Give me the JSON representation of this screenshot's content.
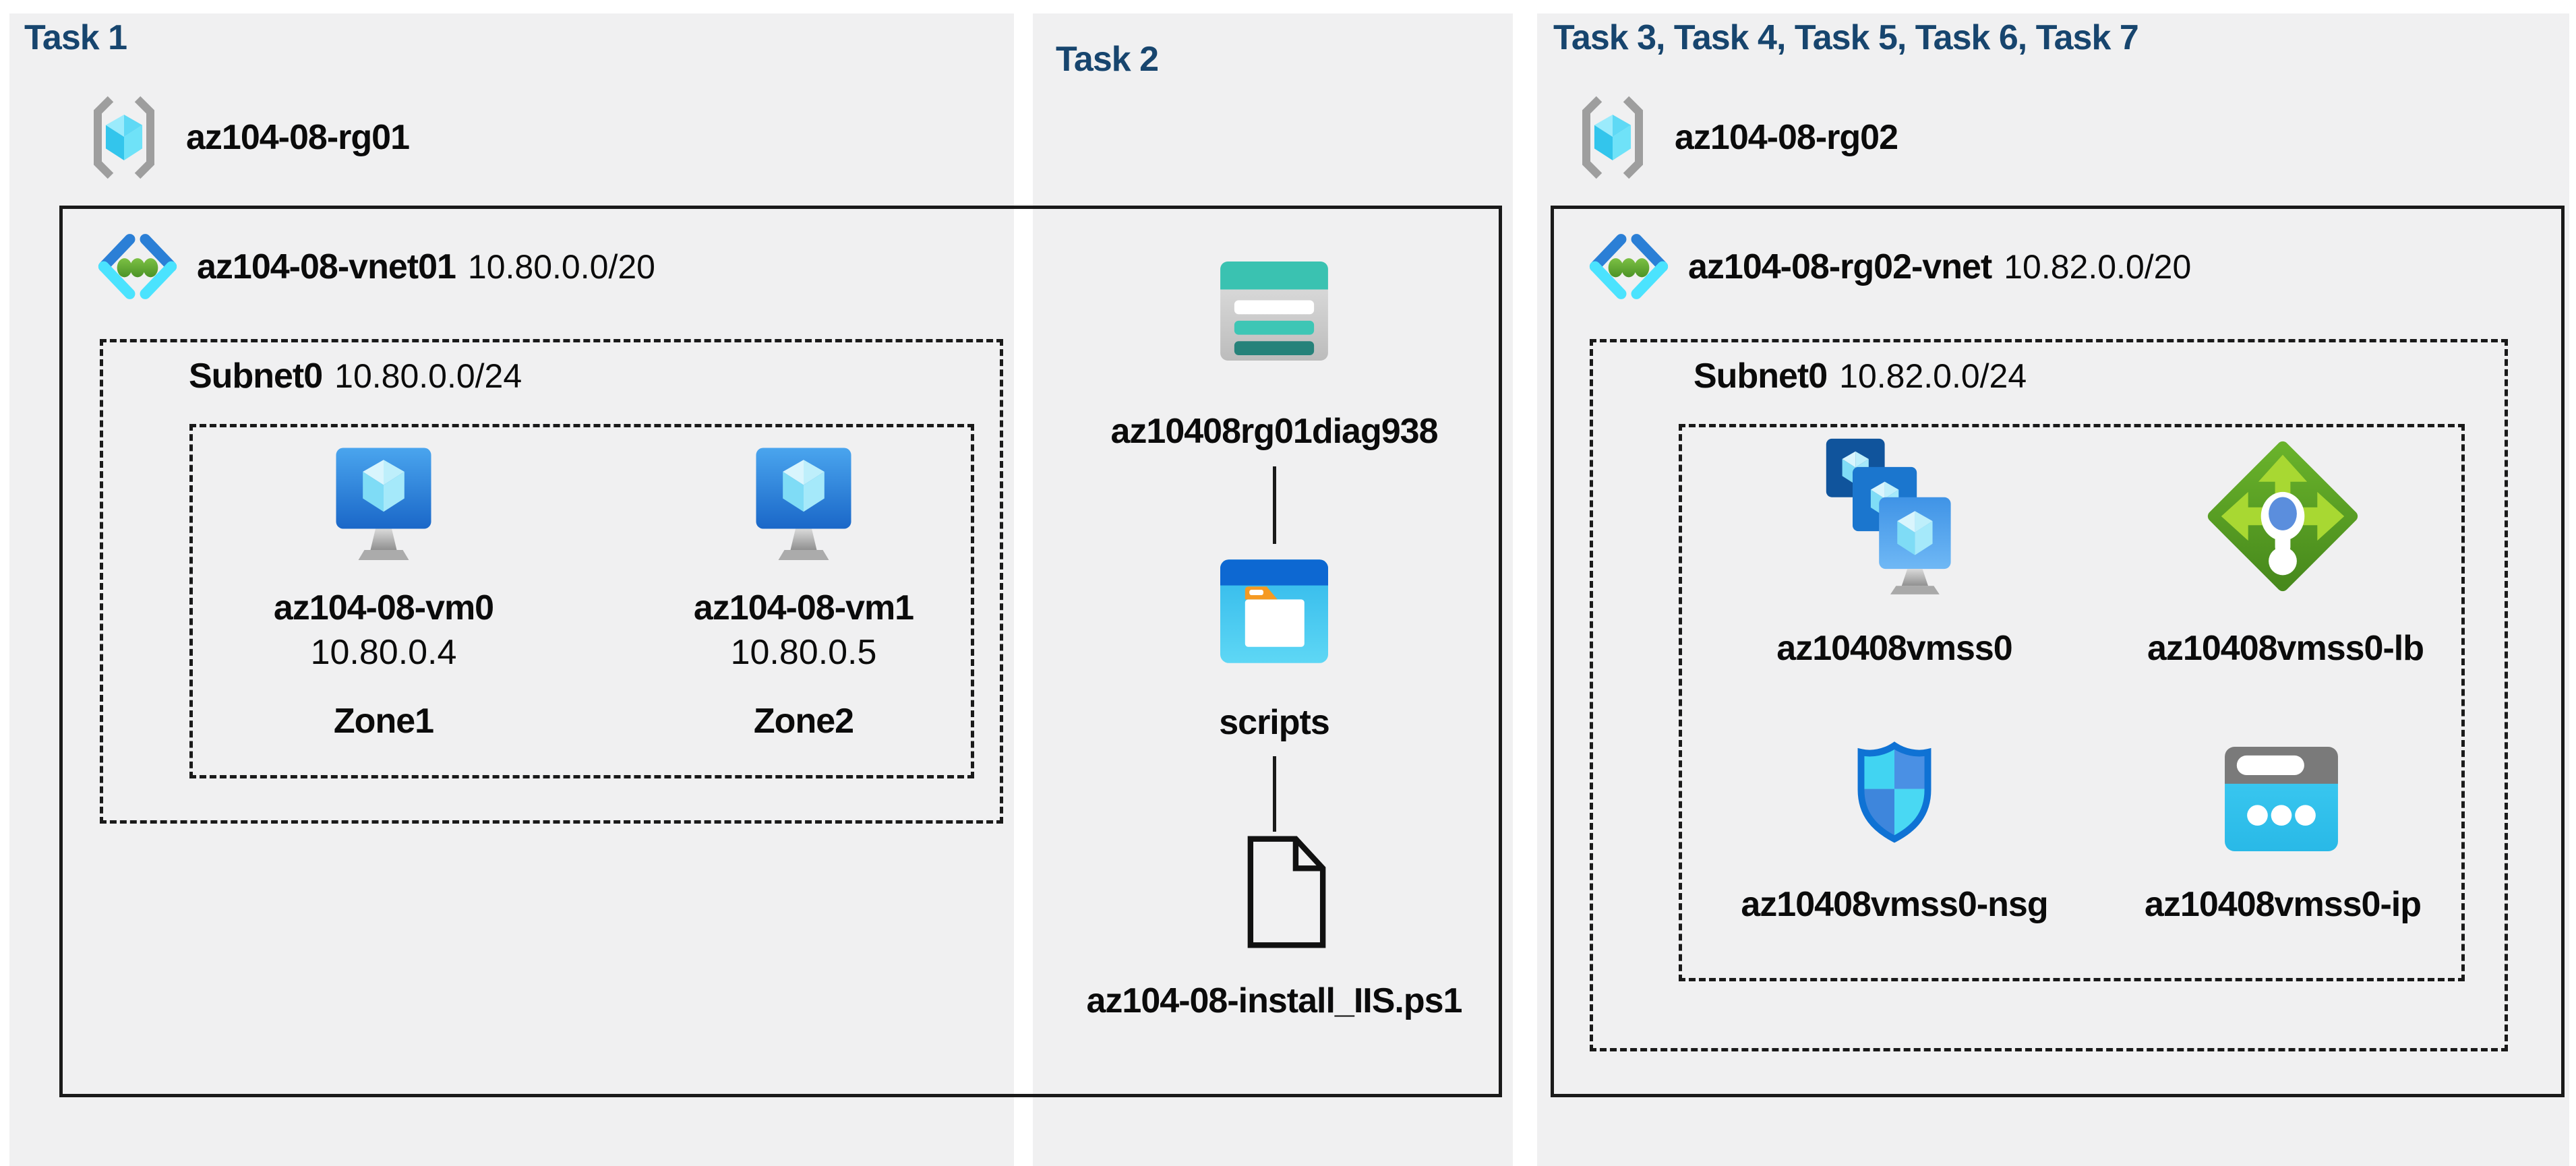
{
  "colors": {
    "page_bg": "#FFFFFF",
    "panel_bg": "#F0F0F1",
    "task_header_blue": "#17456E",
    "outline_black": "#1A1A1A",
    "vnet_chevron_blue": "#2B7FD6",
    "vnet_chevron_cyan": "#4BE3FE",
    "vnet_dot_green": "#5CA32D",
    "vm_screen_blue": "#2E8BD8",
    "monitor_stand_gray": "#A9A9A9",
    "storage_teal": "#3AC2B1",
    "storage_teal_dark": "#26827A",
    "blob_titlebar_blue": "#0D68D2",
    "blob_body_cyan": "#45C8F0",
    "folder_tab_orange": "#F59A23",
    "lb_diamond_green": "#55A028",
    "lb_arrow_green": "#A8D832",
    "lb_dot_blue": "#5B8EDD",
    "nsg_border_blue": "#0F72D4",
    "nsg_cyan": "#41D4F2",
    "nsg_blue": "#4A90E4",
    "ip_body_cyan": "#31C3EC",
    "ip_titlebar_gray": "#7A7A7A",
    "vmss_back_blue": "#10549C",
    "vmss_mid_blue": "#1B76CE"
  },
  "panels": [
    {
      "title": "Task 1",
      "resource_group": {
        "name": "az104-08-rg01"
      },
      "vnet": {
        "name": "az104-08-vnet01",
        "cidr": "10.80.0.0/20"
      },
      "subnet": {
        "name": "Subnet0",
        "cidr": "10.80.0.0/24"
      },
      "vms": [
        {
          "name": "az104-08-vm0",
          "ip": "10.80.0.4",
          "zone": "Zone1"
        },
        {
          "name": "az104-08-vm1",
          "ip": "10.80.0.5",
          "zone": "Zone2"
        }
      ]
    },
    {
      "title": "Task 2",
      "storage_account": {
        "name": "az10408rg01diag938"
      },
      "blob_container": {
        "name": "scripts"
      },
      "script_file": {
        "name": "az104-08-install_IIS.ps1"
      }
    },
    {
      "title": "Task 3, Task 4, Task 5, Task 6, Task 7",
      "resource_group": {
        "name": "az104-08-rg02"
      },
      "vnet": {
        "name": "az104-08-rg02-vnet",
        "cidr": "10.82.0.0/20"
      },
      "subnet": {
        "name": "Subnet0",
        "cidr": "10.82.0.0/24"
      },
      "vm_scale_set": {
        "name": "az10408vmss0"
      },
      "load_balancer": {
        "name": "az10408vmss0-lb"
      },
      "network_security_group": {
        "name": "az10408vmss0-nsg"
      },
      "public_ip": {
        "name": "az10408vmss0-ip"
      }
    }
  ]
}
